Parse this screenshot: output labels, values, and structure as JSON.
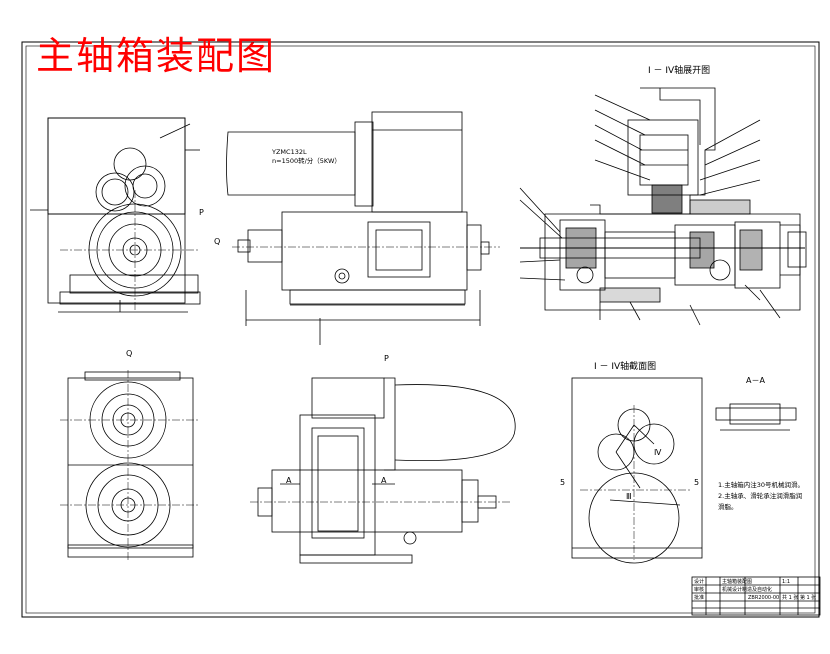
{
  "drawing_title": "主轴箱装配图",
  "view_labels": {
    "top_section": "I － IV轴展开图",
    "bottom_section": "I － IV轴截面图",
    "section_aa": "A－A",
    "view_q": "Q",
    "view_p": "P",
    "label_p_top": "P",
    "label_q_top": "Q",
    "arrow_a_left": "A",
    "arrow_a_right": "A"
  },
  "motor": {
    "model": "YZMC132L",
    "speed": "n=1500转/分（5KW）"
  },
  "notes": {
    "line1": "1.主轴箱内注30号机械润滑。",
    "line2": "2.主轴承、滑轮承注润滑脂润",
    "line3": "滑脂。"
  },
  "section_marks": {
    "roman_iii": "Ⅲ",
    "roman_iv": "Ⅳ",
    "roman_v_left": "5",
    "roman_v_right": "5"
  },
  "title_block": {
    "name": "主轴箱装配图",
    "drawing_no": "ZBR2000-00",
    "scale": "1:1",
    "sheet": "共 1 张 第 1 张",
    "school": "机械设计制造及自动化",
    "designer": "设计",
    "checker": "审核",
    "approver": "批准"
  }
}
